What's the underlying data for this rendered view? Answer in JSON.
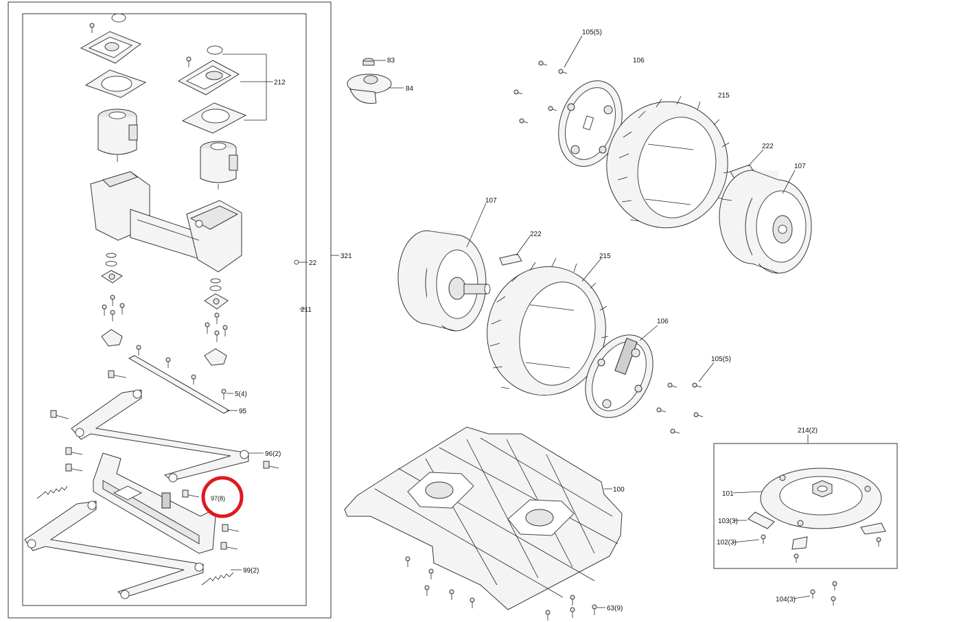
{
  "labels": {
    "l83": "83",
    "l84": "84",
    "l105a": "105(5)",
    "l106a": "106",
    "l215a": "215",
    "l222a": "222",
    "l107a": "107",
    "l107b": "107",
    "l222b": "222",
    "l215b": "215",
    "l106b": "106",
    "l105b": "105(5)",
    "l212": "212",
    "l22": "22",
    "l321": "321",
    "l211": "211",
    "l5": "5(4)",
    "l95": "95",
    "l96": "96(2)",
    "l97": "97(8)",
    "l99": "99(2)",
    "l100": "100",
    "l214": "214(2)",
    "l101": "101",
    "l103": "103(3)",
    "l102": "102(3)",
    "l104": "104(3)",
    "l63": "63(9)"
  },
  "highlight": {
    "color": "#e0191f",
    "target_label": "97(8)"
  }
}
